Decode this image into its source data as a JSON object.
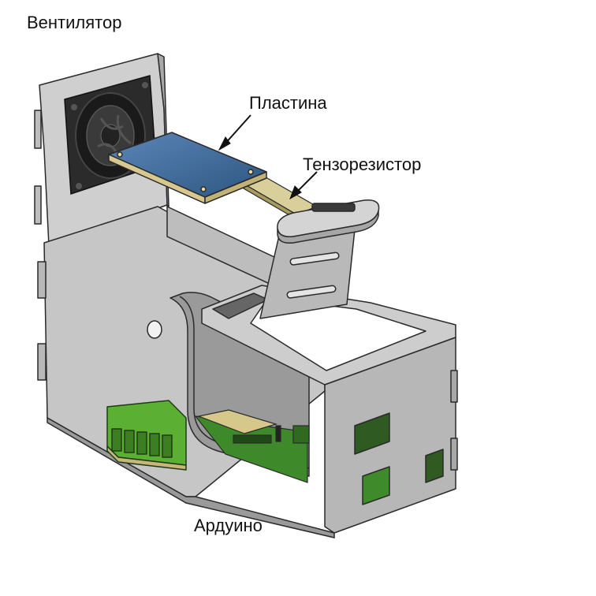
{
  "labels": {
    "fan": "Вентилятор",
    "plate": "Пластина",
    "strain_gauge": "Тензорезистор",
    "arduino": "Ардуино"
  },
  "colors": {
    "panel": "#c4c4c4",
    "panel_dark": "#9e9e9e",
    "panel_light": "#dcdcdc",
    "edge": "#2a2a2a",
    "fan_body": "#2b2b2b",
    "plate_blue": "#3a5f8a",
    "plate_edge": "#d8c890",
    "pcb_green": "#3e8a2a",
    "terminal_green": "#5bb034"
  }
}
